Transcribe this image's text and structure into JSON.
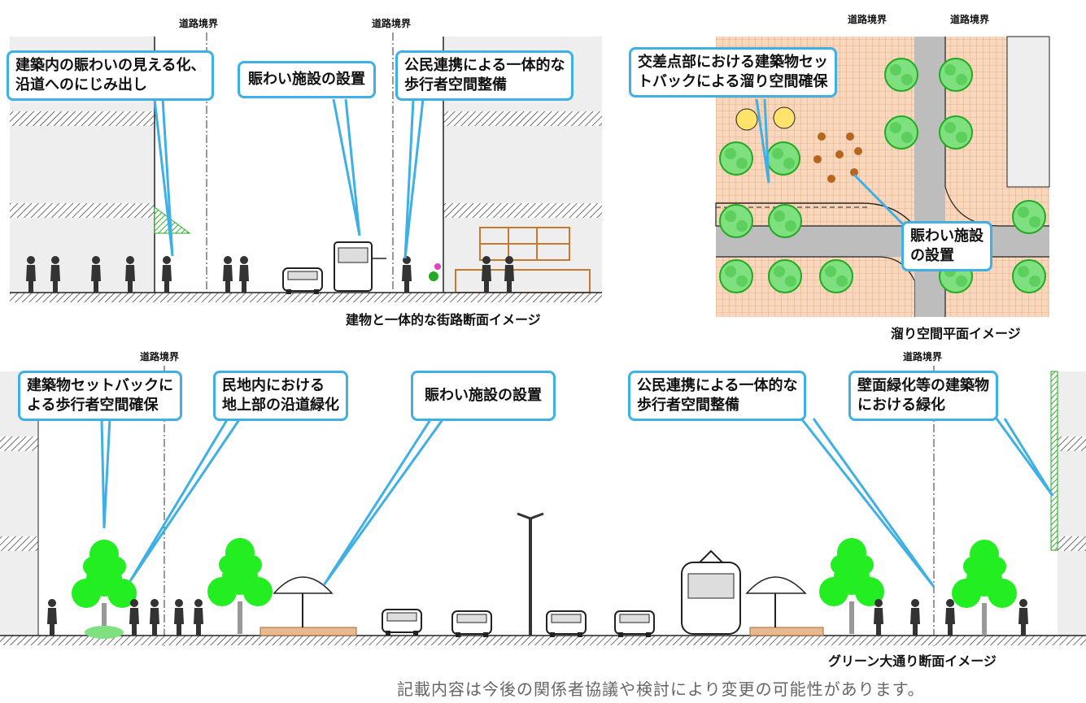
{
  "boundary_label": "道路境界",
  "top_left": {
    "callouts": [
      [
        "建築内の賑わいの見える化、",
        "沿道へのにじみ出し"
      ],
      [
        "賑わい施設の設置"
      ],
      [
        "公民連携による一体的な",
        "歩行者空間整備"
      ]
    ],
    "caption": "建物と一体的な街路断面イメージ"
  },
  "top_right": {
    "callouts": [
      [
        "交差点部における建築物セッ",
        "トバックによる溜り空間確保"
      ],
      [
        "賑わい施設",
        "の設置"
      ]
    ],
    "caption": "溜り空間平面イメージ"
  },
  "bottom": {
    "callouts": [
      [
        "建築物セットバックに",
        "よる歩行者空間確保"
      ],
      [
        "民地内における",
        "地上部の沿道緑化"
      ],
      [
        "賑わい施設の設置"
      ],
      [
        "公民連携による一体的な",
        "歩行者空間整備"
      ],
      [
        "壁面緑化等の建築物",
        "における緑化"
      ]
    ],
    "caption": "グリーン大通り断面イメージ"
  },
  "footnote": "記載内容は今後の関係者協議や検討により変更の可能性があります。",
  "colors": {
    "callout_border": "#3fb0e6",
    "tree_green": "#22ee22",
    "paving": "#f3c8a6"
  }
}
